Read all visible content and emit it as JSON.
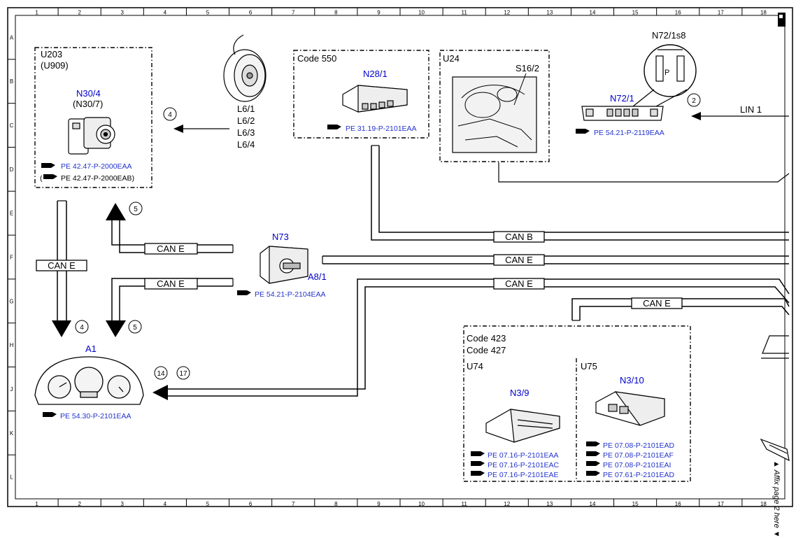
{
  "grid": {
    "columns": [
      "1",
      "2",
      "3",
      "4",
      "5",
      "6",
      "7",
      "8",
      "9",
      "10",
      "11",
      "12",
      "13",
      "14",
      "15",
      "16",
      "17",
      "18"
    ],
    "rows": [
      "A",
      "B",
      "C",
      "D",
      "E",
      "F",
      "G",
      "H",
      "J",
      "K",
      "L"
    ]
  },
  "side_note": "▲ Affix page 2 here ▼",
  "modules": {
    "u203": {
      "label1": "U203",
      "label2": "(U909)",
      "name": "N30/4",
      "alt": "(N30/7)",
      "ref1": "PE 42.47-P-2000EAA",
      "ref2": "(",
      "ref2b": "PE 42.47-P-2000EAB)"
    },
    "speed_sensors": {
      "labels": [
        "L6/1",
        "L6/2",
        "L6/3",
        "L6/4"
      ]
    },
    "code550": {
      "label": "Code 550",
      "name": "N28/1",
      "ref": "PE 31.19-P-2101EAA"
    },
    "u24": {
      "label": "U24",
      "part": "S16/2"
    },
    "n72": {
      "top": "N72/1s8",
      "name": "N72/1",
      "ref": "PE 54.21-P-2119EAA"
    },
    "n73": {
      "name": "N73",
      "part": "A8/1",
      "ref": "PE 54.21-P-2104EAA"
    },
    "a1": {
      "name": "A1",
      "ref": "PE 54.30-P-2101EAA"
    },
    "code423": {
      "label1": "Code 423",
      "label2": "Code 427"
    },
    "u74": {
      "label": "U74",
      "name": "N3/9",
      "refs": [
        "PE 07.16-P-2101EAA",
        "PE 07.16-P-2101EAC",
        "PE 07.16-P-2101EAE"
      ]
    },
    "u75": {
      "label": "U75",
      "name": "N3/10",
      "refs": [
        "PE 07.08-P-2101EAD",
        "PE 07.08-P-2101EAF",
        "PE 07.08-P-2101EAI",
        "PE 07.61-P-2101EAD"
      ]
    }
  },
  "buses": {
    "can_e": "CAN E",
    "can_b": "CAN B",
    "lin1": "LIN 1"
  },
  "circles": {
    "c4a": "4",
    "c5a": "5",
    "c4b": "4",
    "c5b": "5",
    "c2": "2",
    "c14": "14",
    "c17": "17"
  }
}
